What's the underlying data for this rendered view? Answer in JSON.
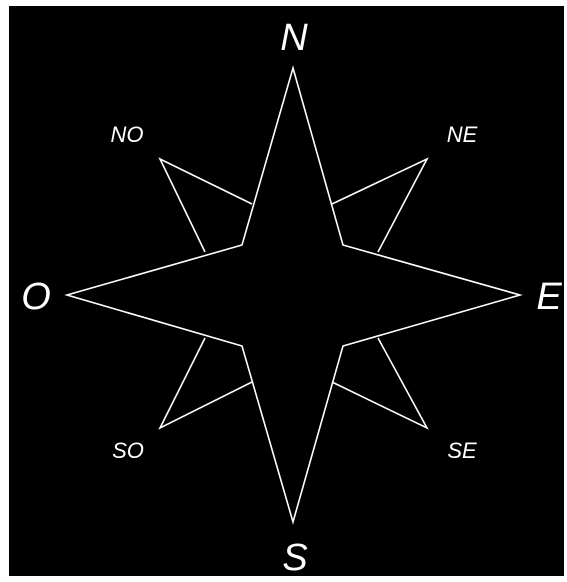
{
  "colors": {
    "background": "#000000",
    "foreground": "#ffffff",
    "frame": "#ffffff"
  },
  "labels": {
    "north": "N",
    "south": "S",
    "east": "E",
    "west": "O",
    "northeast": "NE",
    "northwest": "NO",
    "southeast": "SE",
    "southwest": "SO"
  }
}
